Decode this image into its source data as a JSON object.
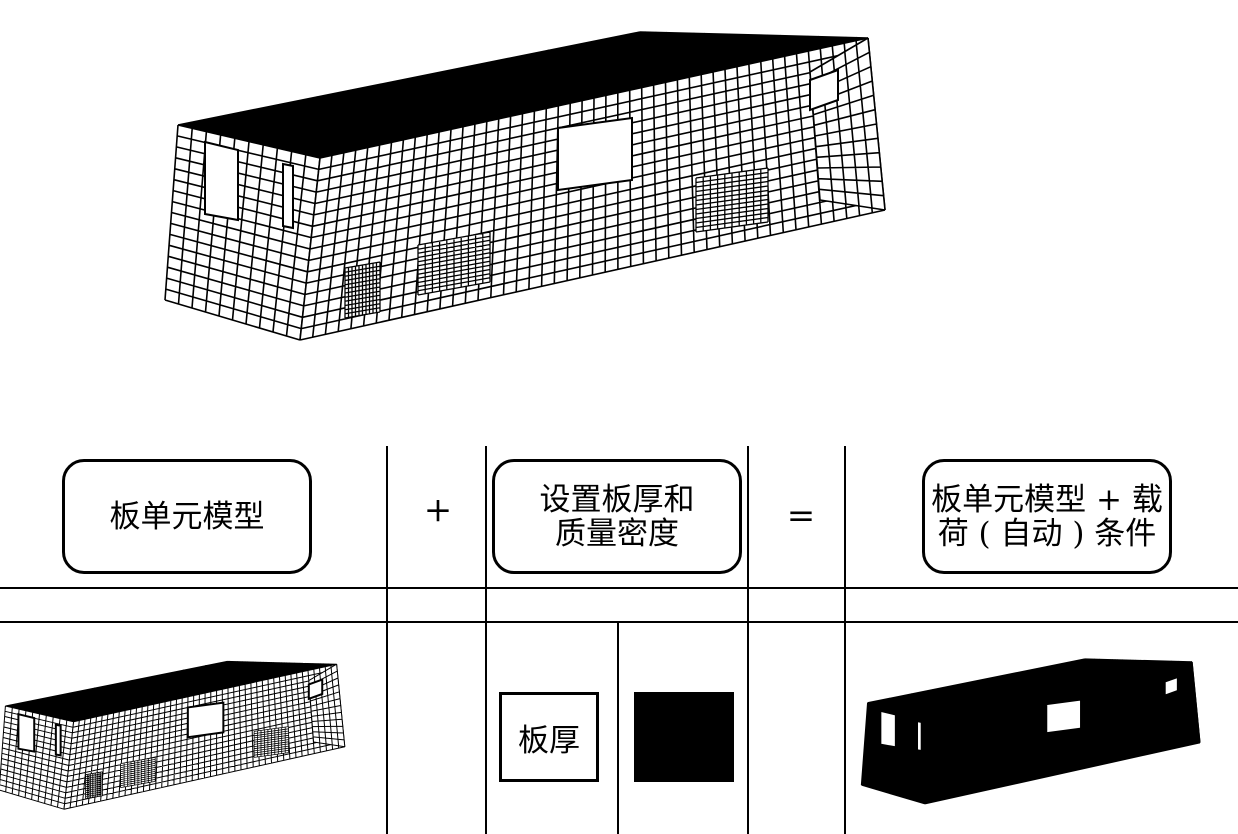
{
  "labels": {
    "plate_model": "板单元模型",
    "plus": "+",
    "set_thickness_density": "设置板厚和\n质量密度",
    "equals": "=",
    "result_model": "板单元模型 + 载\n荷 ( 自动 ) 条件",
    "plate_thickness": "板厚"
  },
  "colors": {
    "line": "#000000",
    "background": "#ffffff",
    "fill": "#000000"
  }
}
